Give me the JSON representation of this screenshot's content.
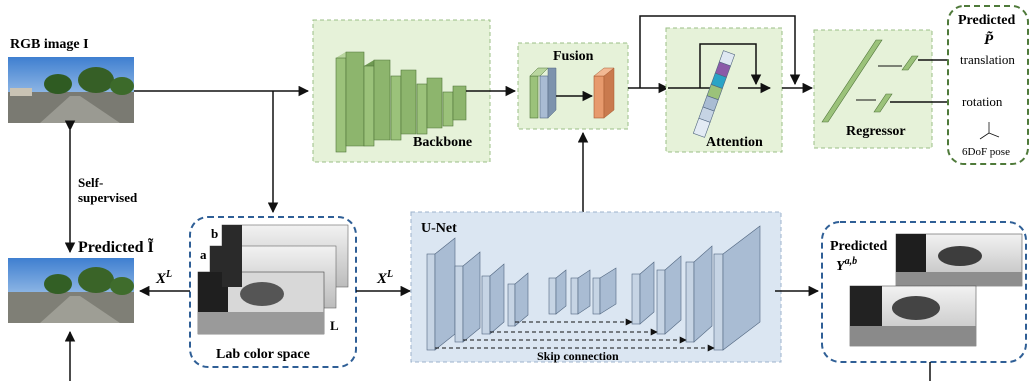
{
  "texts": {
    "rgb_image": "RGB image I",
    "self_supervised_1": "Self-",
    "self_supervised_2": "supervised",
    "predicted_i": "Predicted Ĩ",
    "xl_left": "X^L",
    "xl_right": "X^L",
    "lab_color_space": "Lab color space",
    "lab_b": "b",
    "lab_a": "a",
    "lab_L": "L",
    "backbone": "Backbone",
    "fusion": "Fusion",
    "attention": "Attention",
    "regressor": "Regressor",
    "predicted_p_1": "Predicted",
    "predicted_p_2": "P̃",
    "translation": "translation",
    "rotation": "rotation",
    "pose_6dof": "6DoF pose",
    "unet": "U-Net",
    "skip_connection": "Skip connection",
    "predicted_y": "Predicted",
    "predicted_y_sym": "Y^{a,b}"
  },
  "colors": {
    "green_panel": "#e6f2d9",
    "green_block": "#9bc27a",
    "green_block_side": "#6f9a52",
    "blue_panel": "#dbe6f2",
    "blue_block": "#a9bcd3",
    "blue_block_side": "#7d93ad",
    "orange_block": "#e79a6d",
    "purple_block": "#8b5aa8",
    "dashed_border_blue": "#2f5f96",
    "dashed_border_green": "#4f7a3a",
    "sky": "#6fa6e0",
    "grass": "#4c7a2e"
  }
}
